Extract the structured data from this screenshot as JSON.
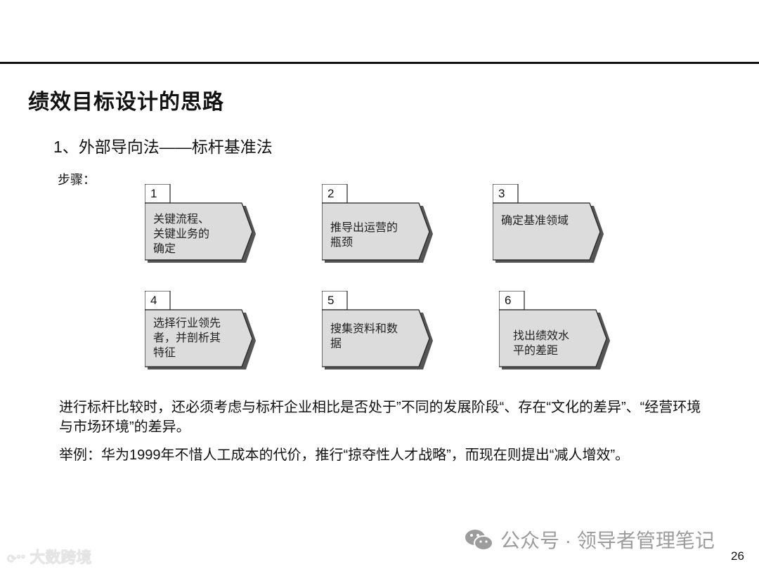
{
  "slide": {
    "title": "绩效目标设计的思路",
    "subtitle": "1、外部导向法——标杆基准法",
    "steps_label": "步骤：",
    "steps": [
      {
        "num": "1",
        "lines": [
          "关键流程、",
          "关键业务的",
          "确定"
        ]
      },
      {
        "num": "2",
        "lines": [
          "推导出运营的",
          "瓶颈"
        ]
      },
      {
        "num": "3",
        "lines": [
          "确定基准领域"
        ]
      },
      {
        "num": "4",
        "lines": [
          "选择行业领先",
          "者，并剖析其",
          "特征"
        ]
      },
      {
        "num": "5",
        "lines": [
          "搜集资料和数",
          "据"
        ]
      },
      {
        "num": "6",
        "lines": [
          "找出绩效水",
          "平的差距"
        ]
      }
    ],
    "paragraph1": "进行标杆比较时，还必须考虑与标杆企业相比是否处于”不同的发展阶段“、存在“文化的差异”、“经营环境与市场环境”的差异。",
    "paragraph2": "举例：华为1999年不惜人工成本的代价，推行“掠夺性人才战略”，而现在则提出“减人增效”。",
    "page_number": "26"
  },
  "watermarks": {
    "left": "大数跨境",
    "right": "公众号 · 领导者管理笔记"
  },
  "colors": {
    "box_fill": "#dcdcdc",
    "box_stroke": "#222222",
    "shadow": "#555555",
    "watermark": "#9c9c9c"
  }
}
